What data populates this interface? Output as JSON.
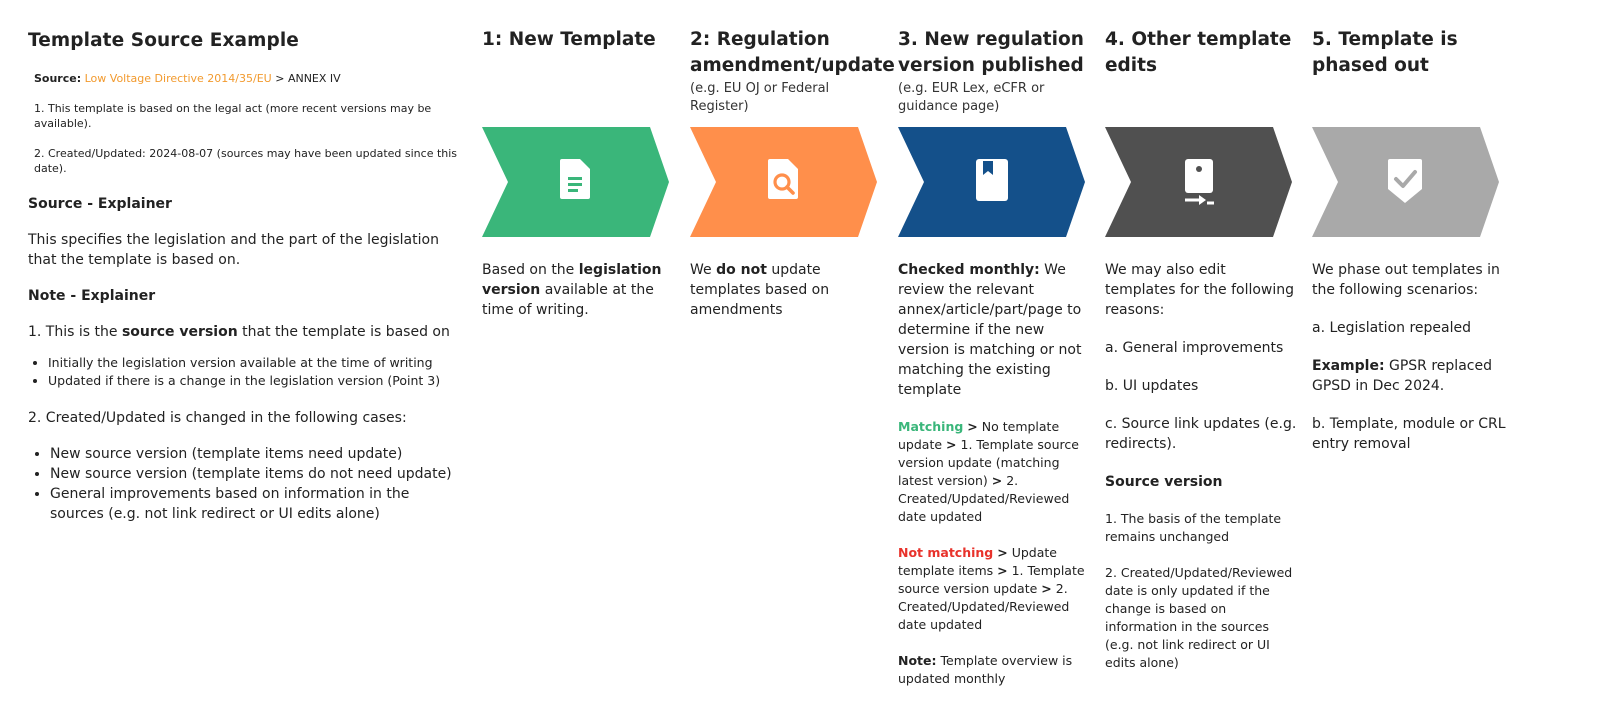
{
  "left": {
    "title": "Template Source Example",
    "source_label": "Source:",
    "source_link": "Low Voltage Directive 2014/35/EU",
    "source_sep": ">",
    "source_tail": "ANNEX IV",
    "line1": "1. This template is based on the legal act (more recent versions may be available).",
    "line2": "2. Created/Updated: 2024-08-07 (sources may have been updated since this date).",
    "source_explainer_head": "Source - Explainer",
    "source_explainer_text": "This specifies the legislation and the part of the legislation that the template is based on.",
    "note_explainer_head": "Note - Explainer",
    "note_1_pre": "1. This is the",
    "note_1_bold": "source version",
    "note_1_post": "that the template is based on",
    "note_1_bullets": [
      "Initially the legislation version available at the time of writing",
      "Updated if there is a change in the legislation version (Point 3)"
    ],
    "note_2": "2. Created/Updated is changed in the following cases:",
    "note_2_bullets": [
      "New source version (template items need update)",
      "New source version (template items do not need update)",
      "General improvements based on information in the sources (e.g. not link redirect or UI edits alone)"
    ]
  },
  "steps": [
    {
      "title": "1: New Template",
      "subtitle": "",
      "color": "#3ab67a",
      "icon": "document-icon",
      "desc": {
        "pre": "Based on the",
        "bold": "legislation version",
        "post": "available at the time of writing."
      }
    },
    {
      "title": "2: Regulation amendment/update",
      "subtitle": "(e.g. EU OJ or Federal Register)",
      "color": "#ff8f4b",
      "icon": "document-search-icon",
      "desc": {
        "pre": "We",
        "bold": "do not",
        "post": "update templates based on amendments"
      }
    },
    {
      "title": "3. New regulation version published",
      "subtitle": "(e.g. EUR Lex, eCFR or guidance page)",
      "color": "#14508a",
      "icon": "bookmark-book-icon",
      "desc": {
        "checked_bold": "Checked monthly:",
        "checked_text": "We review the relevant annex/article/part/page to determine if the new version is matching or not matching the existing template",
        "matching_label": "Matching",
        "matching_text_1": "No template update",
        "matching_text_2": "1. Template source version update (matching latest version)",
        "matching_text_3": "2. Created/Updated/Reviewed date updated",
        "not_matching_label": "Not matching",
        "not_matching_text_1": "Update template items",
        "not_matching_text_2": "1. Template source version update",
        "not_matching_text_3": "2. Created/Updated/Reviewed date updated",
        "note_bold": "Note:",
        "note_text": "Template overview is updated monthly",
        "gt": ">"
      }
    },
    {
      "title": "4. Other template edits",
      "subtitle": "",
      "color": "#505050",
      "icon": "device-transfer-icon",
      "desc": {
        "intro": "We may also edit templates for the following reasons:",
        "a": "a. General improvements",
        "b": "b. UI updates",
        "c": "c. Source link updates (e.g. redirects).",
        "sv_head": "Source version",
        "sv_1": "1. The basis of the template remains unchanged",
        "sv_2": "2. Created/Updated/Reviewed date is only updated if the change is based on information in the sources (e.g. not link redirect or UI edits alone)"
      }
    },
    {
      "title": "5. Template is phased out",
      "subtitle": "",
      "color": "#a9a9a9",
      "icon": "shield-check-icon",
      "desc": {
        "intro": "We phase out templates in the following scenarios:",
        "a": "a. Legislation repealed",
        "example_bold": "Example:",
        "example_text": "GPSR replaced GPSD in Dec 2024.",
        "b": "b. Template, module or CRL entry removal"
      }
    }
  ]
}
